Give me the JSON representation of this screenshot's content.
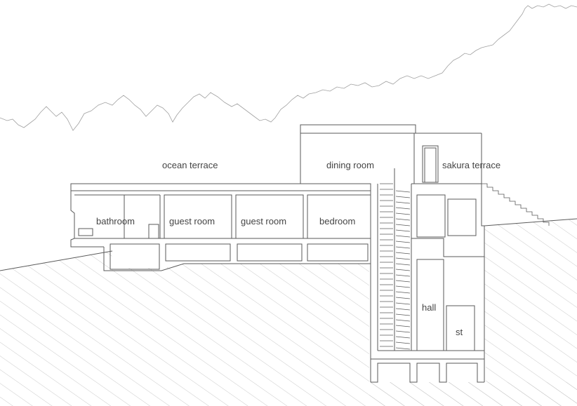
{
  "labels": {
    "ocean_terrace": "ocean terrace",
    "dining_room": "dining room",
    "sakura_terrace": "sakura terrace",
    "bathroom": "bathroom",
    "guest_room_1": "guest room",
    "guest_room_2": "guest room",
    "bedroom": "bedroom",
    "hall": "hall",
    "st": "st"
  },
  "colors": {
    "line": "#5a5a5a",
    "tree_line": "#9a9a9a",
    "hatch": "#bdbdbd",
    "text": "#444444"
  }
}
